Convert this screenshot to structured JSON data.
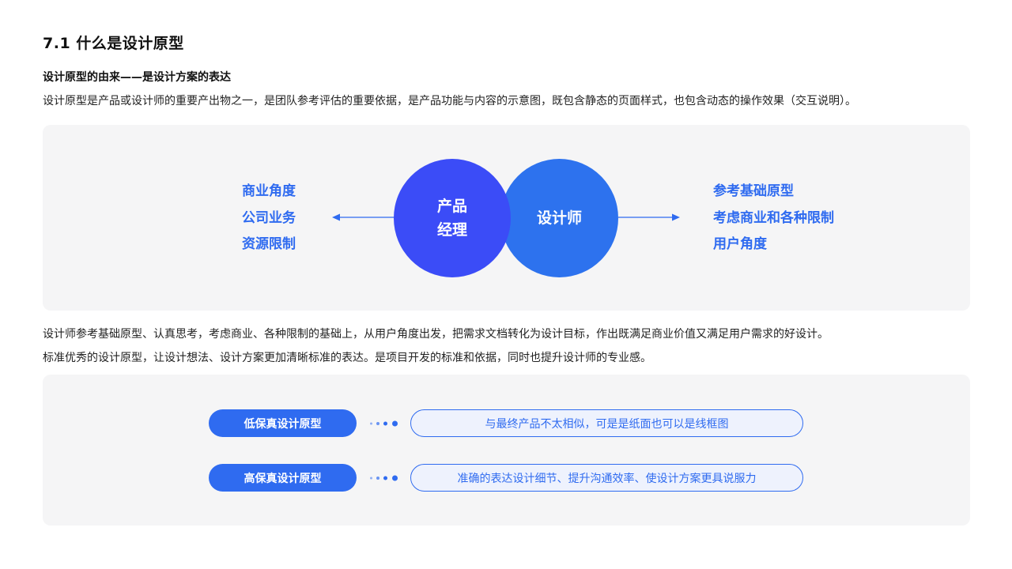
{
  "title": "7.1 什么是设计原型",
  "subtitle": "设计原型的由来——是设计方案的表达",
  "description": "设计原型是产品或设计师的重要产出物之一，是团队参考评估的重要依据，是产品功能与内容的示意图，既包含静态的页面样式，也包含动态的操作效果（交互说明）。",
  "diagram": {
    "left_items": [
      "商业角度",
      "公司业务",
      "资源限制"
    ],
    "circle_pm": [
      "产品",
      "经理"
    ],
    "circle_designer": "设计师",
    "right_items": [
      "参考基础原型",
      "考虑商业和各种限制",
      "用户角度"
    ]
  },
  "paragraph1": "设计师参考基础原型、认真思考，考虑商业、各种限制的基础上，从用户角度出发，把需求文档转化为设计目标，作出既满足商业价值又满足用户需求的好设计。",
  "paragraph2": "标准优秀的设计原型，让设计想法、设计方案更加清晰标准的表达。是项目开发的标准和依据，同时也提升设计师的专业感。",
  "fidelity": [
    {
      "label": "低保真设计原型",
      "text": "与最终产品不太相似，可是是纸面也可以是线框图"
    },
    {
      "label": "高保真设计原型",
      "text": "准确的表达设计细节、提升沟通效率、使设计方案更具说服力"
    }
  ],
  "colors": {
    "accent": "#2f6bf0",
    "pm_circle": "#3b4cf7",
    "designer_circle": "#2d72ee",
    "panel_bg": "#f5f5f6"
  }
}
